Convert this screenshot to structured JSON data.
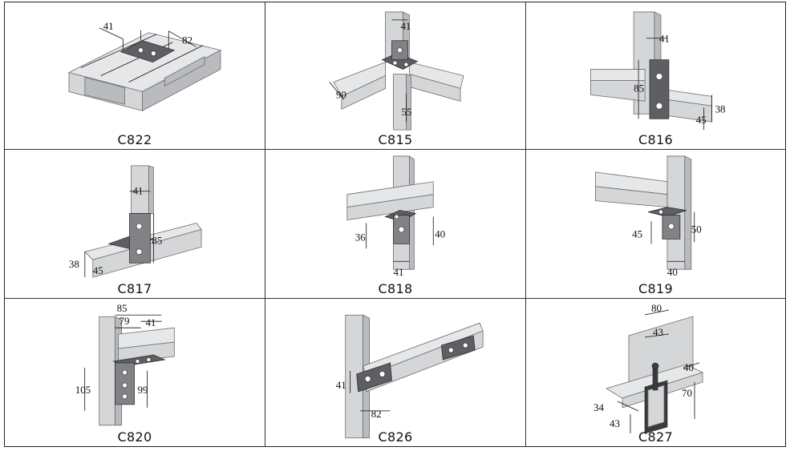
{
  "products": [
    {
      "code": "C822",
      "dims": [
        "41",
        "82"
      ]
    },
    {
      "code": "C815",
      "dims": [
        "41",
        "90",
        "55"
      ]
    },
    {
      "code": "C816",
      "dims": [
        "41",
        "85",
        "38",
        "45"
      ]
    },
    {
      "code": "C817",
      "dims": [
        "41",
        "85",
        "38",
        "45"
      ]
    },
    {
      "code": "C818",
      "dims": [
        "36",
        "40",
        "41"
      ]
    },
    {
      "code": "C819",
      "dims": [
        "45",
        "50",
        "40"
      ]
    },
    {
      "code": "C820",
      "dims": [
        "85",
        "79",
        "41",
        "105",
        "99"
      ]
    },
    {
      "code": "C826",
      "dims": [
        "41",
        "82"
      ]
    },
    {
      "code": "C827",
      "dims": [
        "80",
        "43",
        "40",
        "34",
        "70",
        "43"
      ]
    }
  ],
  "colors": {
    "steel": "#d4d6d8",
    "plate": "#5d5f62",
    "border": "#222222"
  }
}
